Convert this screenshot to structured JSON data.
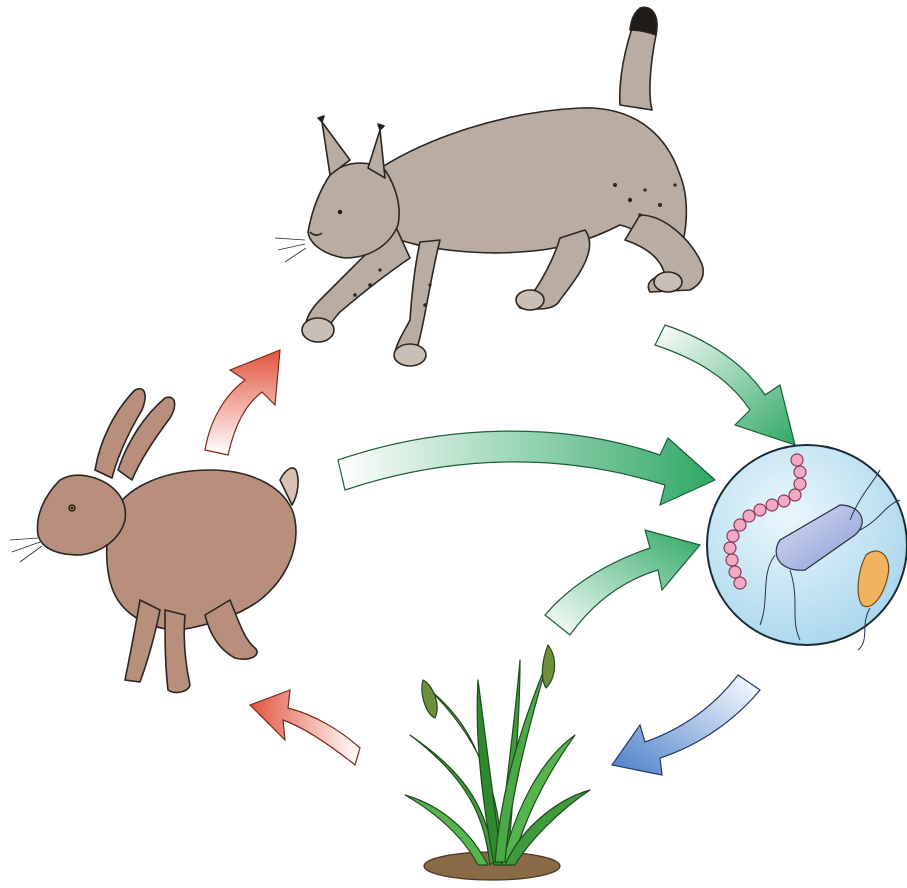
{
  "diagram": {
    "organisms": [
      {
        "id": "lynx",
        "icon": "lynx-illustration",
        "role": "predator"
      },
      {
        "id": "hare",
        "icon": "hare-illustration",
        "role": "herbivore"
      },
      {
        "id": "grass",
        "icon": "grass-illustration",
        "role": "producer"
      },
      {
        "id": "microbes",
        "icon": "bacteria-illustration",
        "role": "decomposer"
      }
    ],
    "arrows": [
      {
        "from": "hare",
        "to": "lynx",
        "color": "#e2553f"
      },
      {
        "from": "grass",
        "to": "hare",
        "color": "#e2553f"
      },
      {
        "from": "lynx",
        "to": "microbes",
        "color": "#2fa866"
      },
      {
        "from": "hare",
        "to": "microbes",
        "color": "#2fa866"
      },
      {
        "from": "grass",
        "to": "microbes",
        "color": "#2fa866"
      },
      {
        "from": "microbes",
        "to": "grass",
        "color": "#4a7fc8"
      }
    ],
    "colors": {
      "lynx_fur": "#b9ada3",
      "hare_fur": "#b88f7d",
      "grass": "#3f9a3c",
      "microbe_bubble": "#c9e8f5"
    }
  }
}
